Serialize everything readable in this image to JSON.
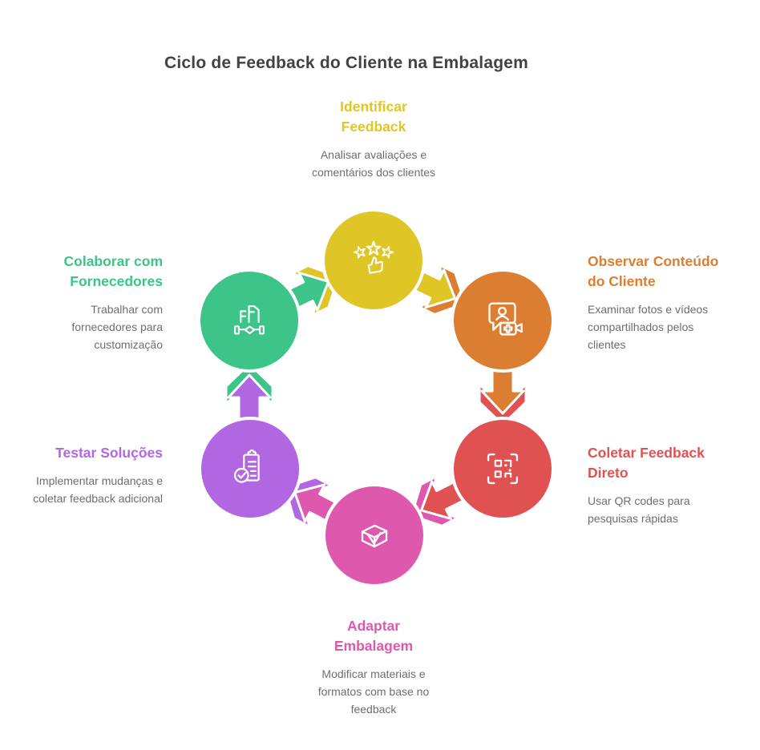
{
  "title": "Ciclo de Feedback do Cliente na Embalagem",
  "colors": {
    "title": "#424242",
    "body_text": "#6E6E6E",
    "background": "#FFFFFF"
  },
  "steps": [
    {
      "id": "identificar-feedback",
      "label": "Identificar\nFeedback",
      "description": "Analisar avaliações e\ncomentários dos clientes",
      "color": "#DFC626",
      "icon": "rating-stars-icon"
    },
    {
      "id": "observar-conteudo-do-cliente",
      "label": "Observar Conteúdo\ndo Cliente",
      "description": "Examinar fotos e vídeos\ncompartilhados pelos\nclientes",
      "color": "#DC7E32",
      "icon": "user-video-content-icon"
    },
    {
      "id": "coletar-feedback-direto",
      "label": "Coletar Feedback\nDireto",
      "description": "Usar QR codes para\npesquisas rápidas",
      "color": "#E05252",
      "icon": "qr-code-scan-icon"
    },
    {
      "id": "adaptar-embalagem",
      "label": "Adaptar\nEmbalagem",
      "description": "Modificar materiais e\nformatos com base no\nfeedback",
      "color": "#DE58AE",
      "icon": "package-box-icon"
    },
    {
      "id": "testar-solucoes",
      "label": "Testar Soluções",
      "description": "Implementar mudanças e\ncoletar feedback adicional",
      "color": "#B166E2",
      "icon": "clipboard-check-icon"
    },
    {
      "id": "colaborar-com-fornecedores",
      "label": "Colaborar com\nFornecedores",
      "description": "Trabalhar com\nfornecedores para\ncustomização",
      "color": "#3CC489",
      "icon": "factory-handshake-icon"
    }
  ],
  "connectors": [
    {
      "from": "colaborar-com-fornecedores",
      "to": "identificar-feedback"
    },
    {
      "from": "identificar-feedback",
      "to": "observar-conteudo-do-cliente"
    },
    {
      "from": "observar-conteudo-do-cliente",
      "to": "coletar-feedback-direto"
    },
    {
      "from": "coletar-feedback-direto",
      "to": "adaptar-embalagem"
    },
    {
      "from": "adaptar-embalagem",
      "to": "testar-solucoes"
    },
    {
      "from": "testar-solucoes",
      "to": "colaborar-com-fornecedores"
    }
  ]
}
